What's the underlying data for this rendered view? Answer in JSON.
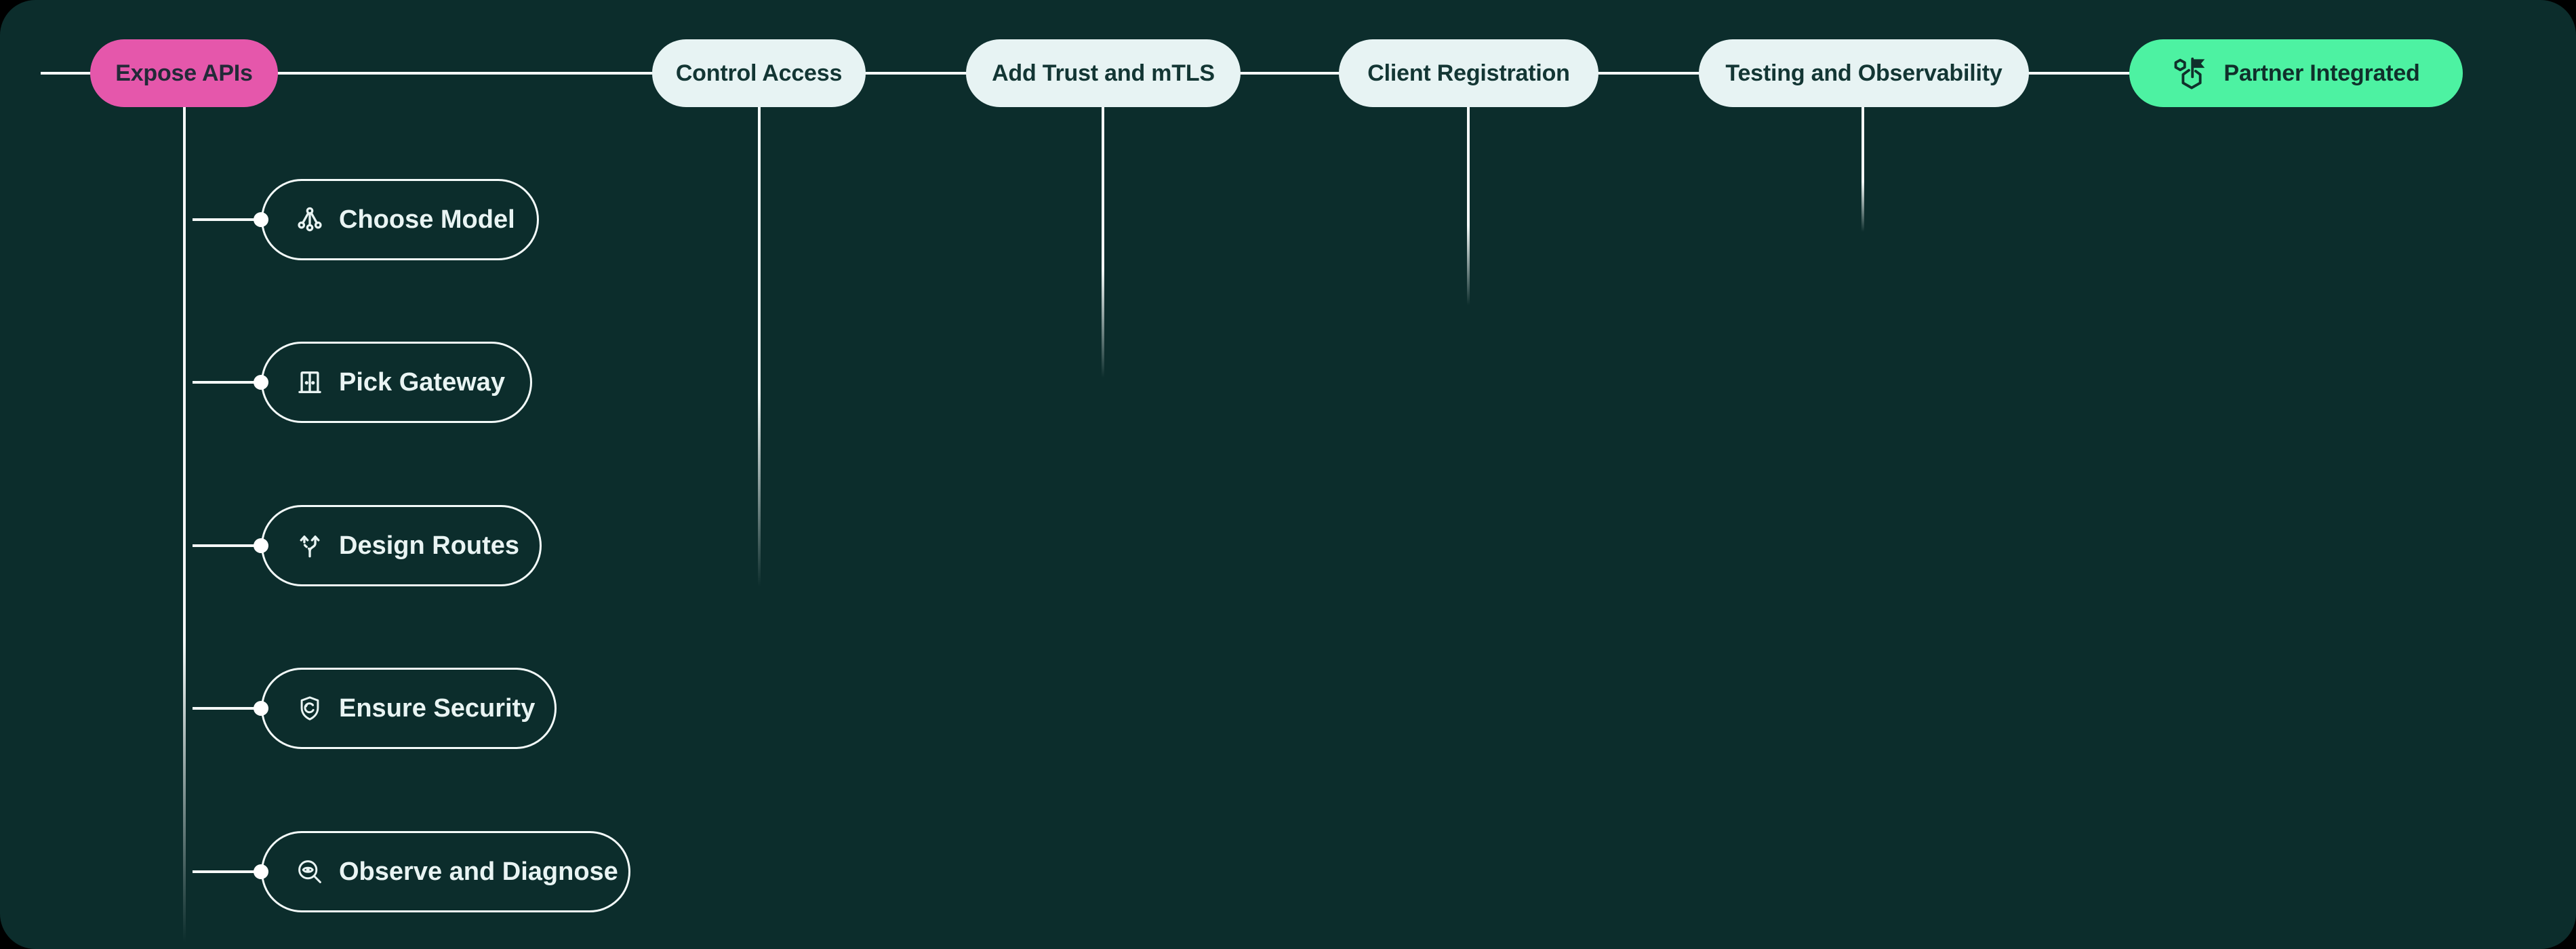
{
  "diagram": {
    "type": "roadmap-flow",
    "palette": {
      "background": "#0c2d2c",
      "outside": "#000000",
      "connector_line": "#f6fbfa",
      "stage_pill_bg": "#e7f3f3",
      "stage_pill_text": "#133634",
      "start_pill_bg": "#e557ab",
      "end_pill_bg": "#4df2a2",
      "end_pill_text": "#10302b",
      "subnode_border": "#f3faf9",
      "subnode_text": "#e9f4f3"
    },
    "timeline": {
      "nodes": [
        {
          "label": "Expose APIs",
          "style": "highlight-pink",
          "icon": null
        },
        {
          "label": "Control Access",
          "style": "light",
          "icon": null
        },
        {
          "label": "Add Trust and mTLS",
          "style": "light",
          "icon": null
        },
        {
          "label": "Client Registration",
          "style": "light",
          "icon": null
        },
        {
          "label": "Testing and Observability",
          "style": "light",
          "icon": null
        },
        {
          "label": "Partner Integrated",
          "style": "highlight-green",
          "icon": "milestone-flag-icon"
        }
      ]
    },
    "expose_apis_children": {
      "parent": "Expose APIs",
      "items": [
        {
          "label": "Choose Model",
          "icon": "decision-tree-icon"
        },
        {
          "label": "Pick Gateway",
          "icon": "gateway-door-icon"
        },
        {
          "label": "Design Routes",
          "icon": "split-arrows-icon"
        },
        {
          "label": "Ensure Security",
          "icon": "shield-scan-icon"
        },
        {
          "label": "Observe and Diagnose",
          "icon": "magnifier-eye-icon"
        }
      ]
    }
  }
}
